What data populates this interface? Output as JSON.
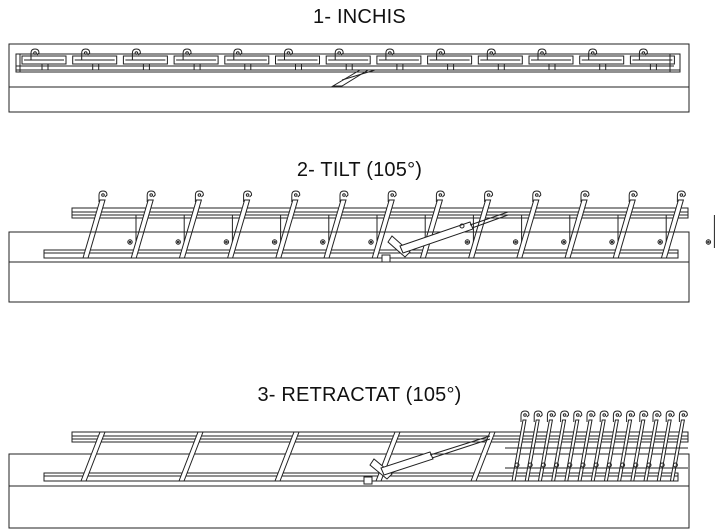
{
  "panels": [
    {
      "id": "closed",
      "title": "1- INCHIS"
    },
    {
      "id": "tilt",
      "title": "2- TILT (105°)"
    },
    {
      "id": "retracted",
      "title": "3- RETRACTAT (105°)"
    }
  ]
}
